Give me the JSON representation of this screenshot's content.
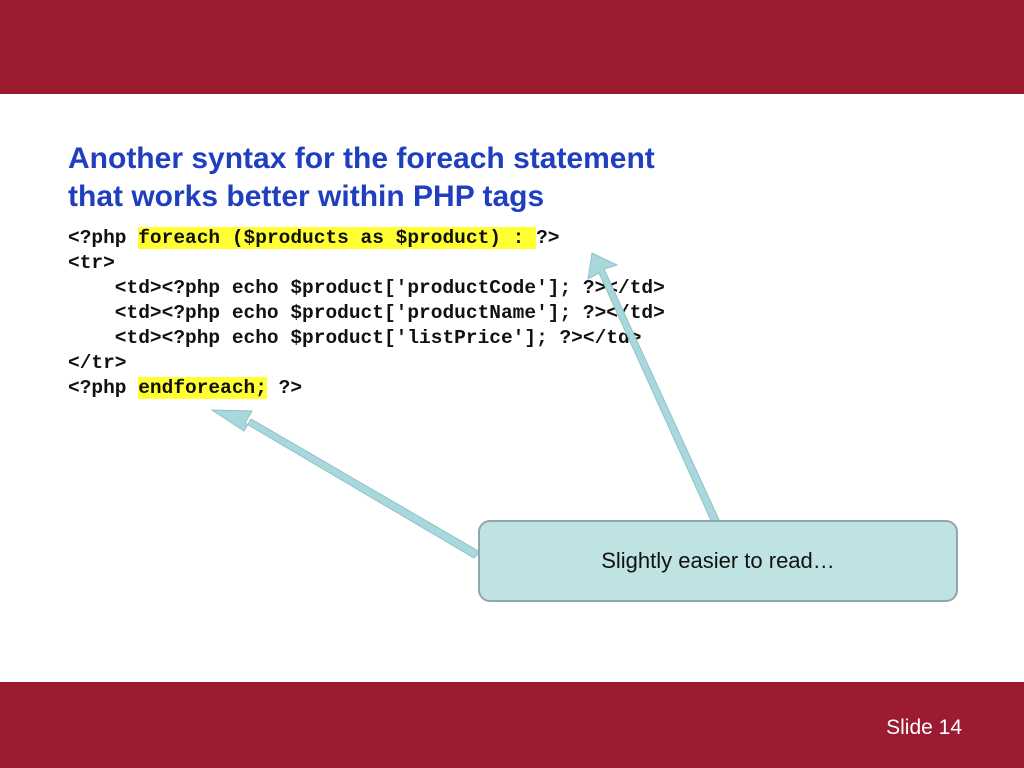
{
  "slide": {
    "title_line1": "Another syntax for the foreach statement",
    "title_line2": "that works better within PHP tags",
    "code": {
      "line1_pre": "<?php ",
      "line1_hl": "foreach ($products as $product) : ",
      "line1_post": "?>",
      "line2": "<tr>",
      "line3": "    <td><?php echo $product['productCode']; ?></td>",
      "line4": "    <td><?php echo $product['productName']; ?></td>",
      "line5": "    <td><?php echo $product['listPrice']; ?></td>",
      "line6": "</tr>",
      "line7_pre": "<?php ",
      "line7_hl": "endforeach;",
      "line7_post": " ?>"
    },
    "callout_text": "Slightly easier to read…",
    "slide_number": "Slide 14"
  },
  "colors": {
    "band": "#9b1b30",
    "title": "#1f3fbf",
    "highlight": "#ffff33",
    "callout_fill": "#bfe2e3",
    "arrow": "#a9d8dc"
  }
}
